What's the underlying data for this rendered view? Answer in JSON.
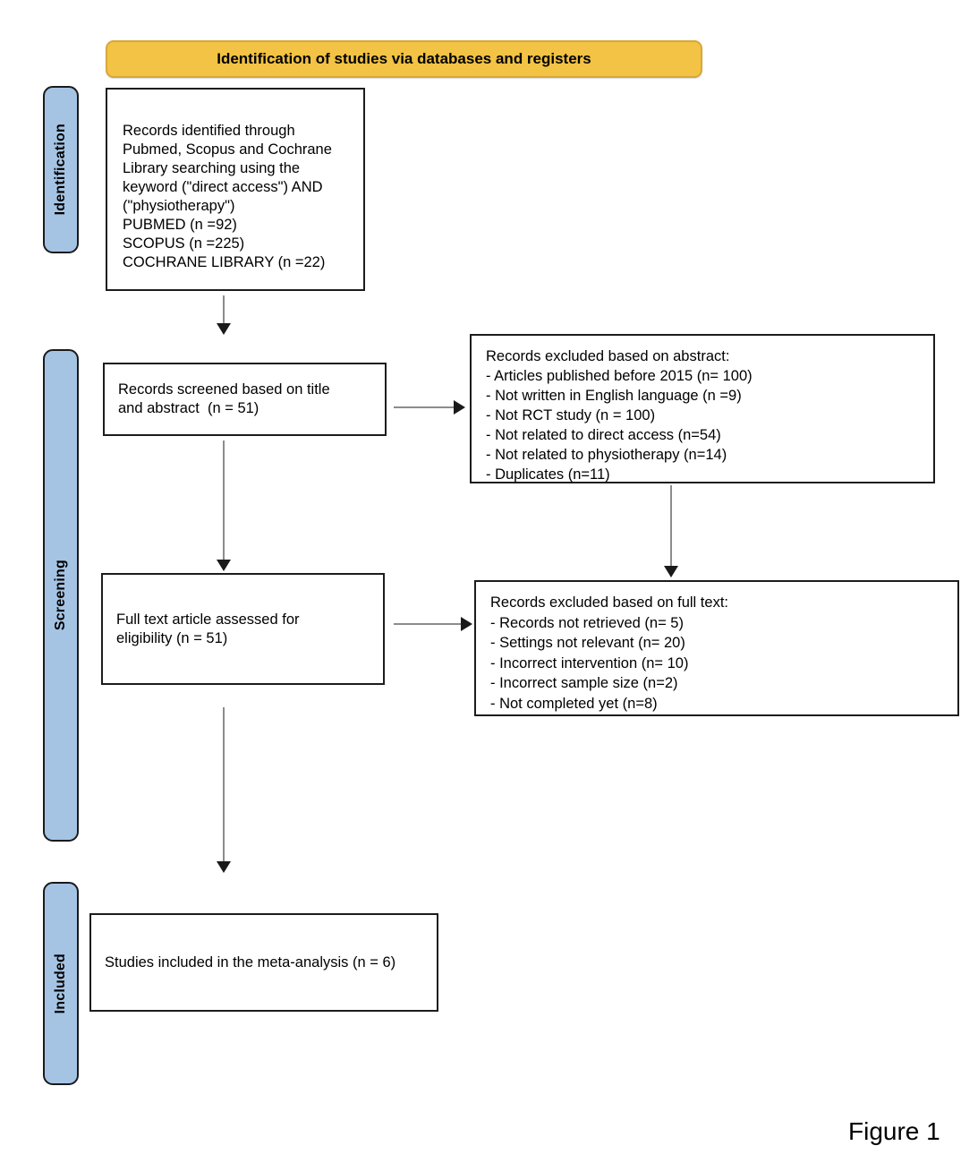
{
  "figure": {
    "banner_title": "Identification of studies via databases and registers",
    "caption": "Figure 1"
  },
  "stages": [
    {
      "label": "Identification"
    },
    {
      "label": "Screening"
    },
    {
      "label": "Included"
    }
  ],
  "boxes": {
    "identified": {
      "lines": [
        "Records identified through",
        "Pubmed, Scopus and Cochrane",
        "Library searching using the",
        "keyword (\"direct access\") AND",
        "(\"physiotherapy\")",
        "PUBMED (n =92)",
        "SCOPUS (n =225)",
        "COCHRANE LIBRARY (n =22)"
      ]
    },
    "screened": {
      "lines": [
        "Records screened based on title",
        "and abstract  (n = 51)"
      ]
    },
    "excluded_abstract": {
      "title": "Records excluded based on abstract:",
      "items": [
        "- Articles published before 2015 (n= 100)",
        "- Not written in English language (n =9)",
        "- Not RCT study (n = 100)",
        "- Not related to direct access (n=54)",
        "- Not related to physiotherapy (n=14)",
        "- Duplicates (n=11)"
      ]
    },
    "full_text": {
      "lines": [
        "Full text article assessed for",
        "eligibility (n = 51)"
      ]
    },
    "excluded_full_text": {
      "title": "Records excluded based on full text:",
      "items": [
        "- Records not retrieved (n= 5)",
        "- Settings not relevant (n= 20)",
        "- Incorrect intervention (n= 10)",
        "- Incorrect sample size (n=2)",
        "- Not completed yet (n=8)"
      ]
    },
    "included": {
      "text": "Studies included in the meta-analysis (n = 6)"
    }
  },
  "colors": {
    "banner_fill": "#F2C344",
    "banner_border": "#D9A738",
    "stage_fill": "#A5C4E4",
    "line_color": "#1A1A1A"
  }
}
